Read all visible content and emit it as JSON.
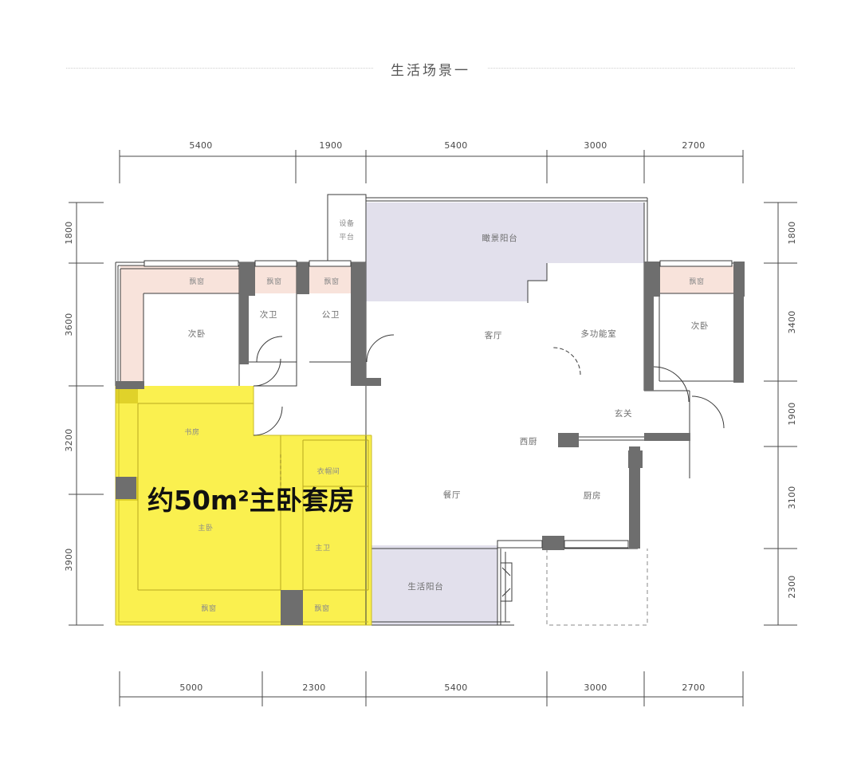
{
  "header": {
    "title": "生活场景一",
    "left_rule": "dotted-rule",
    "right_rule": "dotted-rule"
  },
  "plan": {
    "highlight_label": "约50m²主卧套房",
    "colors": {
      "highlight_yellow": "#FAF04F",
      "highlight_yellow_dark": "#E0D22A",
      "bay_window_pink": "#F8E3DB",
      "balcony_lavender": "#E2E0EC",
      "wall_dark": "#6E6E6E",
      "wall_line": "#3b3b3b",
      "dimension_line": "#4a4a4a",
      "room_text": "#6e6e6e"
    },
    "rooms": [
      {
        "name": "设备平台",
        "id": "equipment-platform"
      },
      {
        "name": "瞰景阳台",
        "id": "view-balcony"
      },
      {
        "name": "次卧",
        "id": "secondary-bedroom-left"
      },
      {
        "name": "次卫",
        "id": "secondary-bathroom"
      },
      {
        "name": "公卫",
        "id": "public-bathroom"
      },
      {
        "name": "客厅",
        "id": "living-room"
      },
      {
        "name": "多功能室",
        "id": "multifunction-room"
      },
      {
        "name": "次卧",
        "id": "secondary-bedroom-right"
      },
      {
        "name": "玄关",
        "id": "entrance-foyer"
      },
      {
        "name": "西厨",
        "id": "western-kitchen"
      },
      {
        "name": "书房",
        "id": "study-room"
      },
      {
        "name": "衣帽间",
        "id": "walk-in-closet"
      },
      {
        "name": "主卧",
        "id": "master-bedroom"
      },
      {
        "name": "主卫",
        "id": "master-bathroom"
      },
      {
        "name": "餐厅",
        "id": "dining-room"
      },
      {
        "name": "厨房",
        "id": "kitchen"
      },
      {
        "name": "生活阳台",
        "id": "service-balcony"
      }
    ],
    "bay_windows": [
      {
        "name": "飘窗",
        "id": "bay-window-1"
      },
      {
        "name": "飘窗",
        "id": "bay-window-2"
      },
      {
        "name": "飘窗",
        "id": "bay-window-3"
      },
      {
        "name": "飘窗",
        "id": "bay-window-4"
      },
      {
        "name": "飘窗",
        "id": "bay-window-5"
      },
      {
        "name": "飘窗",
        "id": "bay-window-6"
      }
    ],
    "room_labels": {
      "equipment_platform_line1": "设备",
      "equipment_platform_line2": "平台",
      "view_balcony": "瞰景阳台",
      "secondary_bedroom_left": "次卧",
      "secondary_bathroom": "次卫",
      "public_bathroom": "公卫",
      "living_room": "客厅",
      "multifunction_room": "多功能室",
      "secondary_bedroom_right": "次卧",
      "entrance_foyer": "玄关",
      "western_kitchen": "西厨",
      "study_room": "书房",
      "walk_in_closet": "衣帽间",
      "master_bedroom": "主卧",
      "master_bathroom": "主卫",
      "dining_room": "餐厅",
      "kitchen": "厨房",
      "service_balcony": "生活阳台",
      "bay_window": "飘窗"
    },
    "dimensions": {
      "top": [
        "5400",
        "1900",
        "5400",
        "3000",
        "2700"
      ],
      "bottom": [
        "5000",
        "2300",
        "5400",
        "3000",
        "2700"
      ],
      "left": [
        "1800",
        "3600",
        "3200",
        "3900"
      ],
      "right": [
        "1800",
        "3400",
        "1900",
        "3100",
        "2300"
      ]
    }
  }
}
